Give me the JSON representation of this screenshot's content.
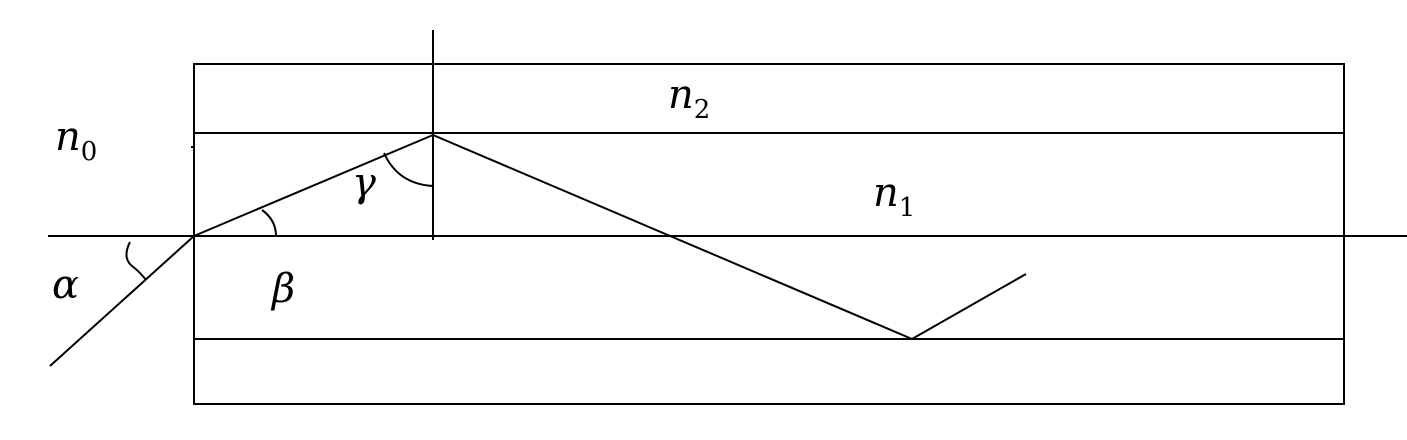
{
  "labels": {
    "n0": {
      "base": "n",
      "sub": "0"
    },
    "n1": {
      "base": "n",
      "sub": "1"
    },
    "n2": {
      "base": "n",
      "sub": "2"
    },
    "alpha": "α",
    "beta": "β",
    "gamma": "γ"
  }
}
